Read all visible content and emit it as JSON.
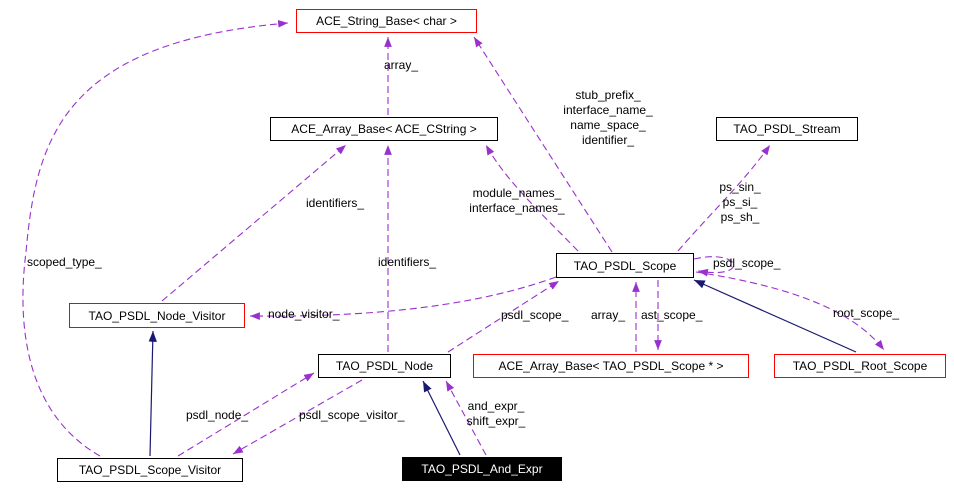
{
  "nodes": {
    "string_base": {
      "label": "ACE_String_Base< char >"
    },
    "array_base_cstring": {
      "label": "ACE_Array_Base< ACE_CString >"
    },
    "stream": {
      "label": "TAO_PSDL_Stream"
    },
    "scope": {
      "label": "TAO_PSDL_Scope"
    },
    "node_visitor": {
      "label": "TAO_PSDL_Node_Visitor"
    },
    "node": {
      "label": "TAO_PSDL_Node"
    },
    "array_base_scope": {
      "label": "ACE_Array_Base< TAO_PSDL_Scope * >"
    },
    "root_scope": {
      "label": "TAO_PSDL_Root_Scope"
    },
    "scope_visitor": {
      "label": "TAO_PSDL_Scope_Visitor"
    },
    "and_expr": {
      "label": "TAO_PSDL_And_Expr"
    }
  },
  "edge_labels": {
    "array_top": "array_",
    "string_members": "stub_prefix_\ninterface_name_\nname_space_\nidentifier_",
    "identifiers_upper": "identifiers_",
    "name_arrays": "module_names_\ninterface_names_",
    "streams": "ps_sin_\nps_si_\nps_sh_",
    "scoped_type": "scoped_type_",
    "identifiers_mid": "identifiers_",
    "psdl_scope_right": "psdl_scope_",
    "node_visitor_member": "node_visitor_",
    "psdl_scope_left": "psdl_scope_",
    "array_lower": "array_",
    "ast_scope": "ast_scope_",
    "root_scope": "root_scope_",
    "psdl_node": "psdl_node_",
    "psdl_scope_visitor": "psdl_scope_visitor_",
    "and_expr_members": "and_expr_\nshift_expr_"
  },
  "colors": {
    "collaboration_edge": "#9932cc",
    "inheritance_edge": "#191970",
    "node_border": "#000000",
    "truncated_node_border": "#ff0000",
    "focus_node_bg": "#000000",
    "focus_node_text": "#ffffff",
    "background": "#ffffff"
  }
}
